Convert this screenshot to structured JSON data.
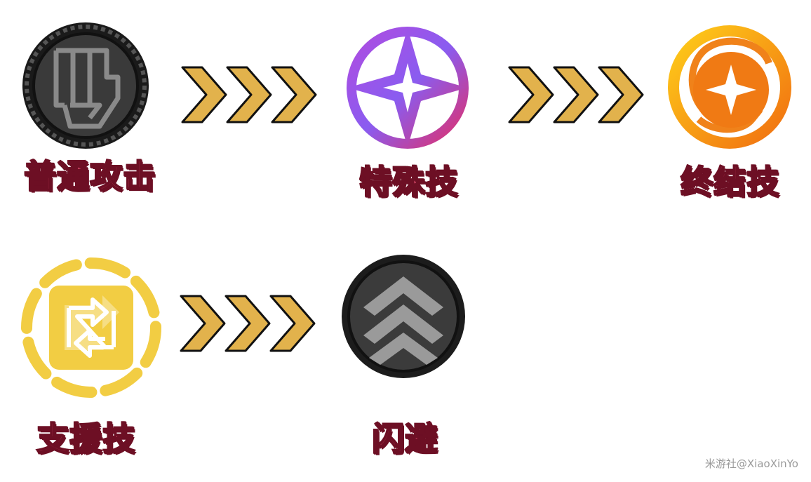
{
  "skills": [
    {
      "label": "普通攻击",
      "icon": "fist-icon"
    },
    {
      "label": "特殊技",
      "icon": "four-point-star-icon"
    },
    {
      "label": "终结技",
      "icon": "swirl-star-icon"
    },
    {
      "label": "支援技",
      "icon": "swap-arrows-icon"
    },
    {
      "label": "闪避",
      "icon": "chevrons-up-icon"
    }
  ],
  "colors": {
    "label_fill": "#d94a6a",
    "label_outline": "#6d0f24",
    "arrow_fill": "#e2b24c",
    "arrow_outline": "#111111"
  },
  "watermark": "米游社@XiaoXinYo"
}
